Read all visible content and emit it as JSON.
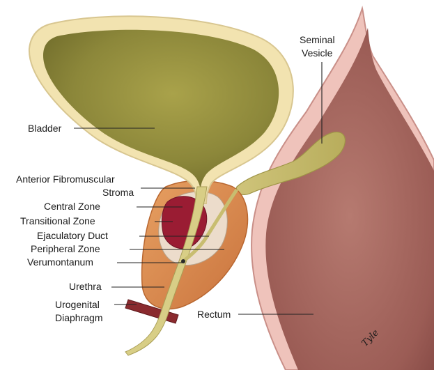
{
  "labels": {
    "bladder": "Bladder",
    "seminal_vesicle_1": "Seminal",
    "seminal_vesicle_2": "Vesicle",
    "anterior_stroma_1": "Anterior Fibromuscular",
    "anterior_stroma_2": "Stroma",
    "central_zone": "Central Zone",
    "transitional_zone": "Transitional Zone",
    "ejaculatory_duct": "Ejaculatory Duct",
    "peripheral_zone": "Peripheral Zone",
    "verumontanum": "Verumontanum",
    "urethra": "Urethra",
    "urogenital_1": "Urogenital",
    "urogenital_2": "Diaphragm",
    "rectum": "Rectum"
  },
  "signature": "Tyle",
  "colors": {
    "bladder_wall": "#f2e3b0",
    "bladder_lumen": "#8f8a3c",
    "prostate": "#d9894d",
    "central_zone": "#9a1c33",
    "transitional_zone": "#ead9c9",
    "urethra": "#d8ce86",
    "rectum_wall": "#e9b8b0",
    "rectum_lumen": "#a8655e",
    "diaphragm": "#8a2a2e"
  }
}
